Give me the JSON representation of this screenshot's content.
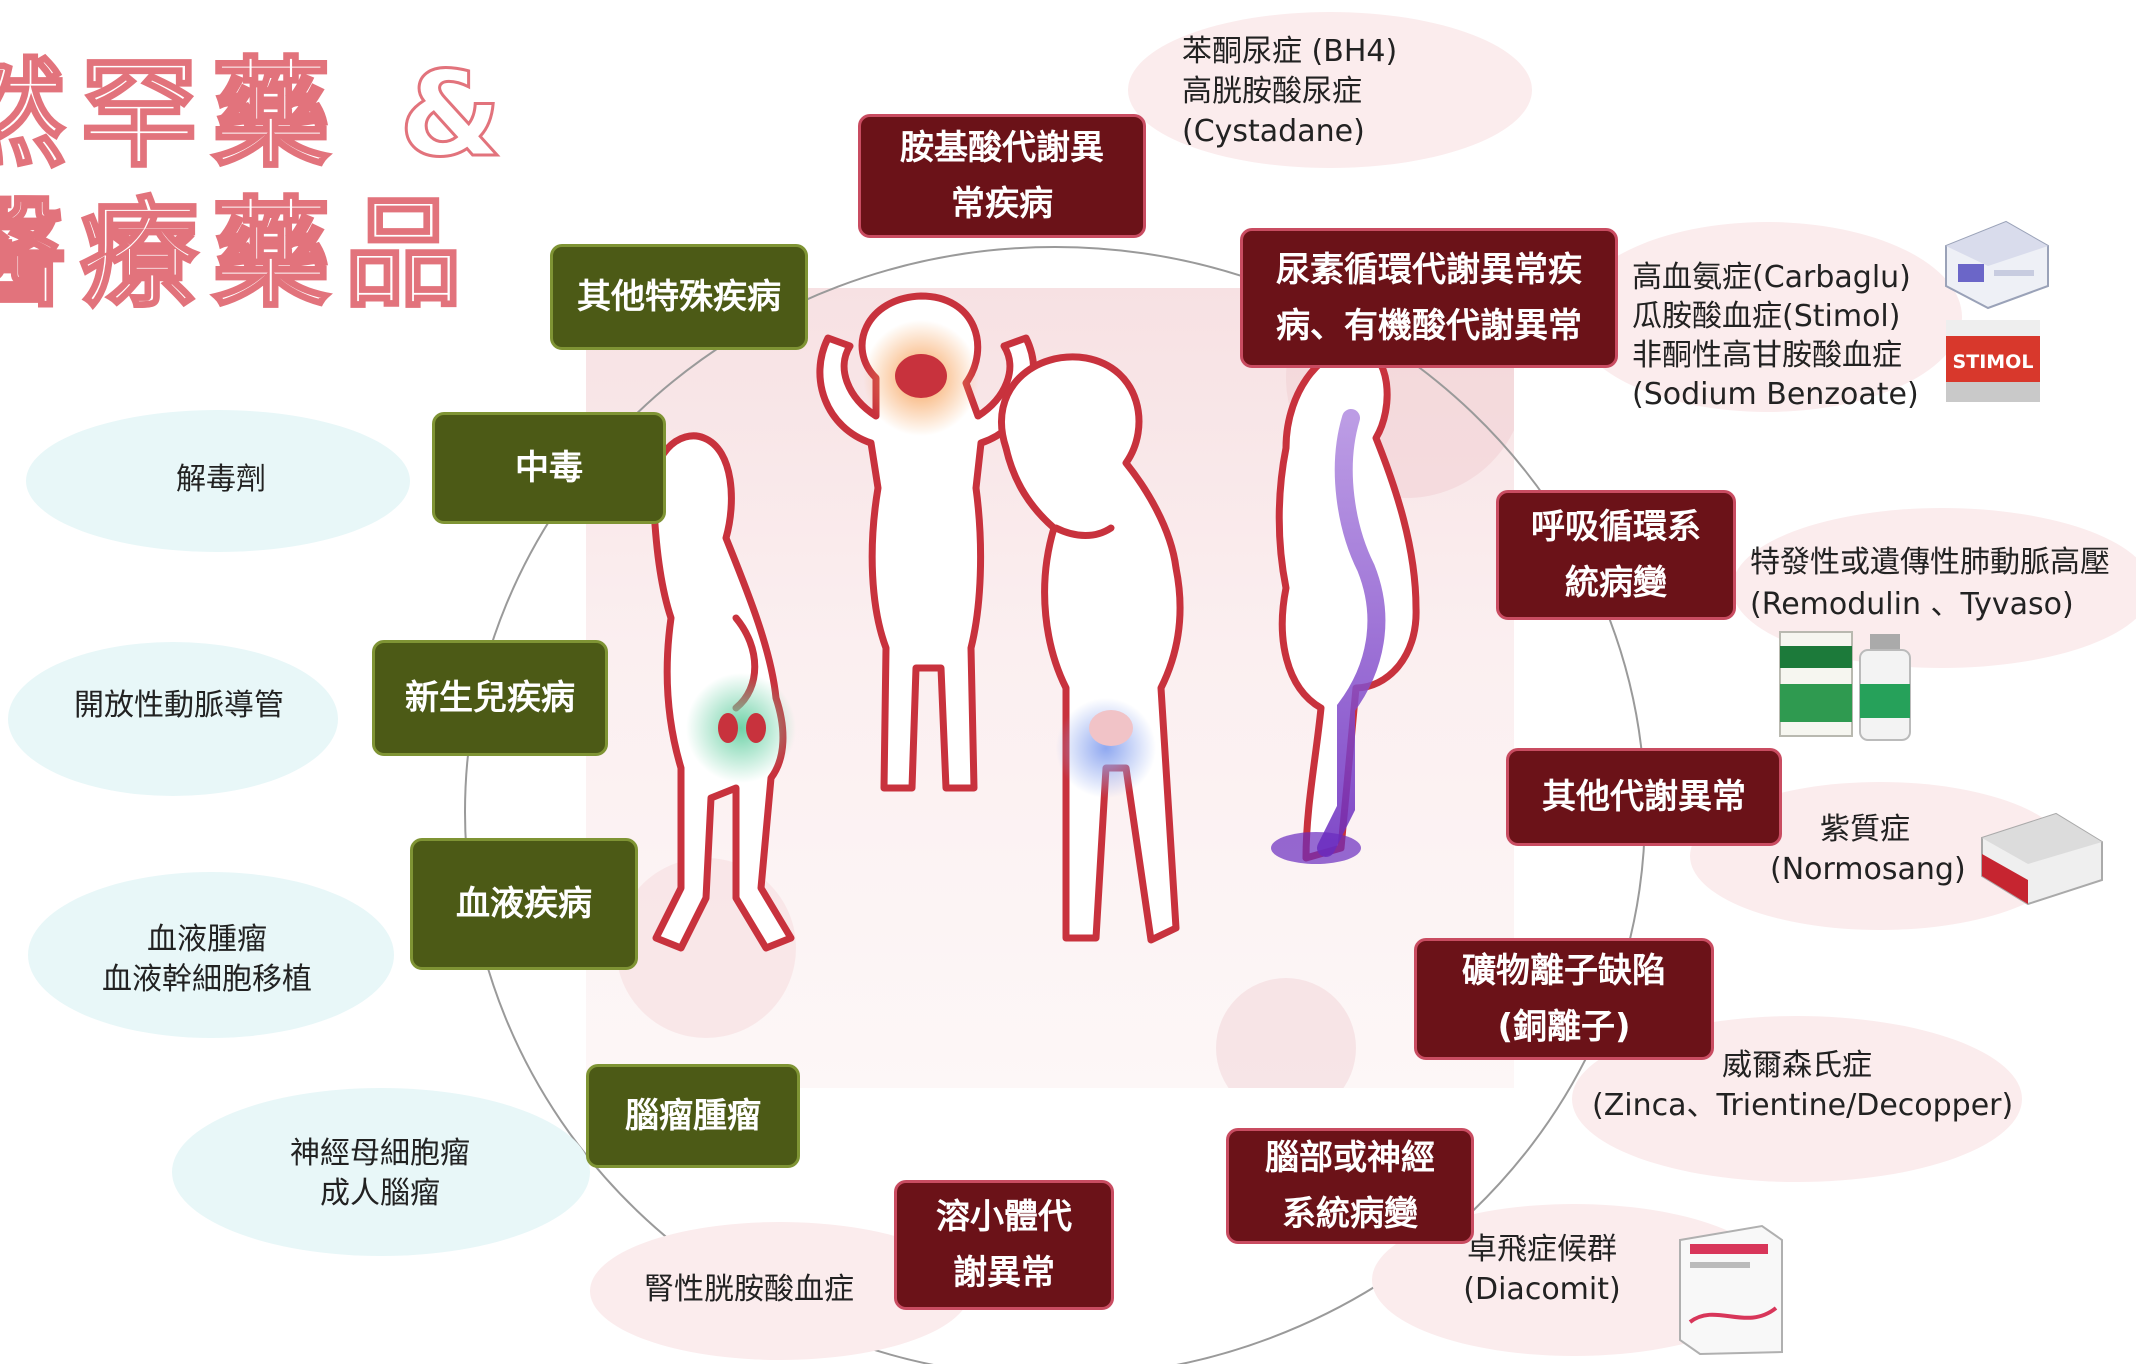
{
  "title": {
    "line1": "然罕藥 &",
    "line2": "醫療藥品"
  },
  "categories": {
    "amino": "胺基酸代謝異\n常疾病",
    "urea": "尿素循環代謝異常疾\n病、有機酸代謝異常",
    "resp": "呼吸循環系\n統病變",
    "metab": "其他代謝異常",
    "mineral": "礦物離子缺陷\n(銅離子)",
    "neuro": "腦部或神經\n系統病變",
    "lyso": "溶小體代\n謝異常",
    "brain_tumor": "腦瘤腫瘤",
    "blood": "血液疾病",
    "neonatal": "新生兒疾病",
    "poison": "中毒",
    "other": "其他特殊疾病"
  },
  "notes": {
    "amino": "苯酮尿症 (BH4)\n高胱胺酸尿症\n(Cystadane)",
    "urea": "高血氨症(Carbaglu)\n瓜胺酸血症(Stimol)\n非酮性高甘胺酸血症\n(Sodium Benzoate)",
    "resp": "特發性或遺傳性肺動脈高壓\n(Remodulin 、Tyvaso)",
    "metab": "紫質症\n(Normosang)",
    "mineral": "威爾森氏症\n(Zinca、Trientine/Decopper)",
    "neuro": "卓飛症候群\n(Diacomit)",
    "lyso": "腎性胱胺酸血症",
    "brain_tumor": "神經母細胞瘤\n成人腦瘤",
    "blood": "血液腫瘤\n血液幹細胞移植",
    "neonatal": "開放性動脈導管",
    "poison": "解毒劑"
  },
  "product_labels": {
    "stimol": "STIMOL"
  },
  "colors": {
    "dark_red": "#6b1218",
    "olive": "#4c5a16",
    "title_pink": "#e2737c",
    "figure_red": "#c8323d"
  }
}
